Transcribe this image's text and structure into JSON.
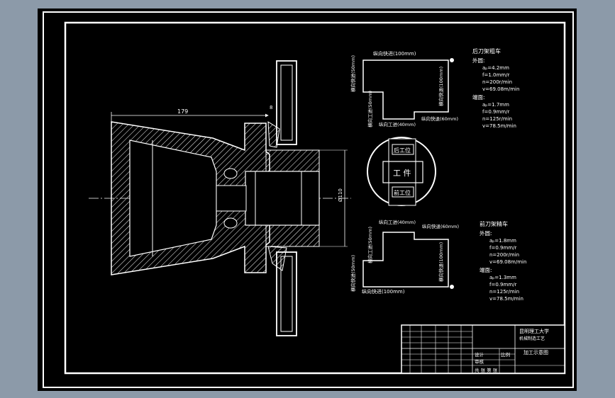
{
  "annotations": {
    "dimension_left": "179",
    "dimension_small": "8",
    "bore_dim": "Ø110",
    "rear_tool_title": "后刀架粗车",
    "rear_outer": "外圆:",
    "rear_outer_ap": "aₚ=4.2mm",
    "rear_outer_f": "f=1.0mm/r",
    "rear_outer_n": "n=200r/min",
    "rear_outer_v": "v=69.08m/min",
    "rear_end": "端面:",
    "rear_end_ap": "aₚ=1.7mm",
    "rear_end_f": "f=0.9mm/r",
    "rear_end_n": "n=125r/min",
    "rear_end_v": "v=78.5m/min",
    "front_tool_title": "前刀架精车",
    "front_outer": "外圆:",
    "front_outer_ap": "aₚ=1.8mm",
    "front_outer_f": "f=0.9mm/r",
    "front_outer_n": "n=200r/min",
    "front_outer_v": "v=69.08m/min",
    "front_end": "端面:",
    "front_end_ap": "aₚ=1.3mm",
    "front_end_f": "f=0.9mm/r",
    "front_end_n": "n=125r/min",
    "front_end_v": "v=78.5m/min"
  },
  "cycle_upper": {
    "top": "纵向快进(100mm)",
    "left_upper": "横向快进(50mm)",
    "left_lower": "横向工进(50mm)",
    "right": "横向快退(100mm)",
    "bottom_left": "纵向工进(40mm)",
    "bottom_right": "纵向快退(60mm)"
  },
  "cycle_lower": {
    "top_left": "纵向工进(40mm)",
    "top_right": "纵向快退(60mm)",
    "left_upper": "横向工进(50mm)",
    "left_lower": "横向快进(50mm)",
    "right": "横向快退(100mm)",
    "bottom": "纵向快进(100mm)"
  },
  "station": {
    "rear": "后工位",
    "workpiece": "工 件",
    "front": "前工位"
  },
  "title_block": {
    "school": "昆明理工大学",
    "subtitle": "机械制造工艺",
    "drawing_name": "加工示意图",
    "designer": "设计",
    "check": "审核",
    "scale": "比例",
    "sheet": "共 张 第 张"
  },
  "colors": {
    "background": "#8c9aa9",
    "sheet": "#000000",
    "line": "#ffffff"
  }
}
